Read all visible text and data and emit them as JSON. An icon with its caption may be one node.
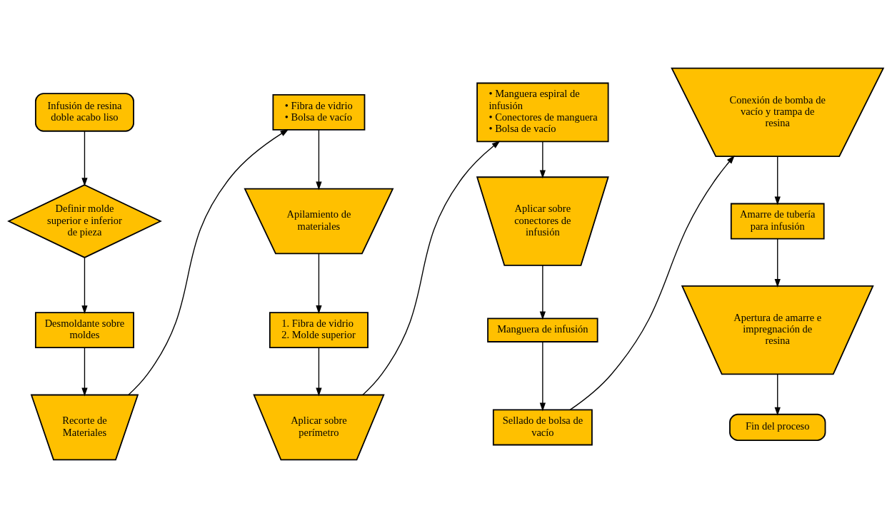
{
  "diagram": {
    "nodes": [
      {
        "text": [
          "Infusión de resina doble acabo liso"
        ]
      },
      {
        "text": [
          "Definir molde superior e inferior de pieza"
        ]
      },
      {
        "text": [
          "Desmoldante sobre moldes"
        ]
      },
      {
        "text": [
          "Recorte de Materiales"
        ]
      },
      {
        "text": [
          "• Fibra de vidrio",
          "• Bolsa de vacío"
        ]
      },
      {
        "text": [
          "Apilamiento de materiales"
        ]
      },
      {
        "text": [
          "1. Fibra de vidrio",
          "2. Molde superior"
        ]
      },
      {
        "text": [
          "Aplicar sobre perímetro"
        ]
      },
      {
        "text": [
          "• Manguera espiral de infusión",
          "• Conectores de manguera",
          "• Bolsa de vacío"
        ]
      },
      {
        "text": [
          "Aplicar sobre conectores de infusión"
        ]
      },
      {
        "text": [
          "Manguera de infusión"
        ]
      },
      {
        "text": [
          "Sellado de bolsa de vacío"
        ]
      },
      {
        "text": [
          "Conexión de bomba de vacío y trampa de resina"
        ]
      },
      {
        "text": [
          "Amarre de tubería para infusión"
        ]
      },
      {
        "text": [
          "Apertura de amarre e impregnación de resina"
        ]
      },
      {
        "text": [
          "Fin del proceso"
        ]
      }
    ],
    "edges": [
      {
        "from": 0,
        "to": 1,
        "arrow": "to"
      },
      {
        "from": 1,
        "to": 2,
        "arrow": "to"
      },
      {
        "from": 2,
        "to": 3,
        "arrow": "to"
      },
      {
        "from": 3,
        "to": 4,
        "arrow": "to"
      },
      {
        "from": 4,
        "to": 5,
        "arrow": "to"
      },
      {
        "from": 5,
        "to": 6,
        "arrow": "to"
      },
      {
        "from": 6,
        "to": 7,
        "arrow": "to"
      },
      {
        "from": 7,
        "to": 8,
        "arrow": "to"
      },
      {
        "from": 8,
        "to": 9,
        "arrow": "to"
      },
      {
        "from": 9,
        "to": 10,
        "arrow": "to"
      },
      {
        "from": 10,
        "to": 11,
        "arrow": "to"
      },
      {
        "from": 11,
        "to": 12,
        "arrow": "to"
      },
      {
        "from": 12,
        "to": 13,
        "arrow": "to"
      },
      {
        "from": 13,
        "to": 14,
        "arrow": "to"
      },
      {
        "from": 14,
        "to": 15,
        "arrow": "to"
      }
    ]
  }
}
